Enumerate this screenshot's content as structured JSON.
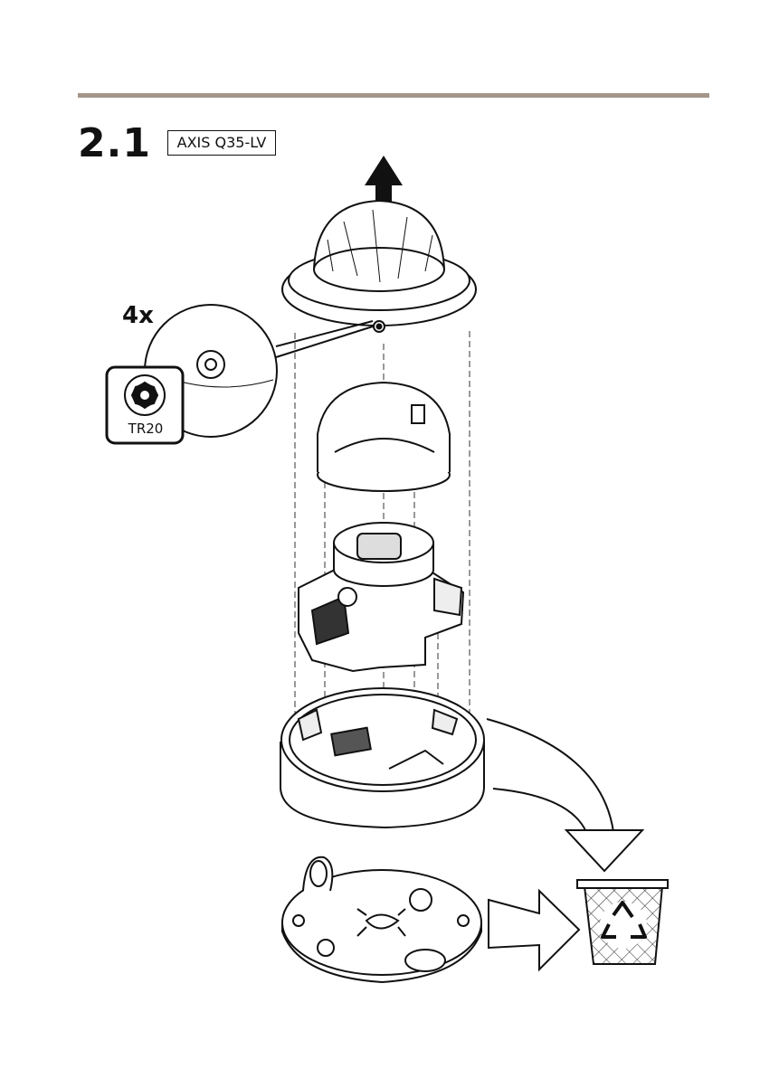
{
  "section": {
    "step_number": "2.1",
    "model": "AXIS Q35-LV"
  },
  "callout": {
    "quantity": "4x",
    "tool": "TR20"
  },
  "icons": [
    "up-arrow-icon",
    "torx-icon",
    "curved-arrow-icon",
    "right-arrow-icon",
    "recycle-bin-icon"
  ]
}
